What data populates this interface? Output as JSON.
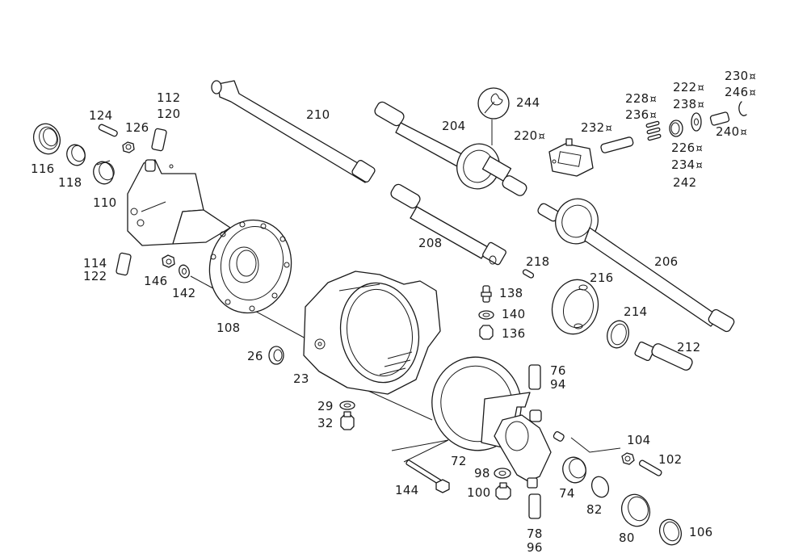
{
  "diagram": {
    "type": "exploded-parts-view",
    "subject": "front axle housing assembly",
    "line_color": "#1a1a1a",
    "background": "#ffffff",
    "marker_glyph": "¤",
    "marker_meaning": "optional/variant marker shown next to some part numbers",
    "callouts": [
      {
        "id": "c116",
        "text": "116",
        "marked": false
      },
      {
        "id": "c118",
        "text": "118",
        "marked": false
      },
      {
        "id": "c110",
        "text": "110",
        "marked": false
      },
      {
        "id": "c124",
        "text": "124",
        "marked": false
      },
      {
        "id": "c126",
        "text": "126",
        "marked": false
      },
      {
        "id": "c112",
        "text": "112",
        "marked": false
      },
      {
        "id": "c120",
        "text": "120",
        "marked": false
      },
      {
        "id": "c114",
        "text": "114",
        "marked": false
      },
      {
        "id": "c122",
        "text": "122",
        "marked": false
      },
      {
        "id": "c146",
        "text": "146",
        "marked": false
      },
      {
        "id": "c142",
        "text": "142",
        "marked": false
      },
      {
        "id": "c108",
        "text": "108",
        "marked": false
      },
      {
        "id": "c26",
        "text": "26",
        "marked": false
      },
      {
        "id": "c23",
        "text": "23",
        "marked": false
      },
      {
        "id": "c29",
        "text": "29",
        "marked": false
      },
      {
        "id": "c32",
        "text": "32",
        "marked": false
      },
      {
        "id": "c210",
        "text": "210",
        "marked": false
      },
      {
        "id": "c204",
        "text": "204",
        "marked": false
      },
      {
        "id": "c244",
        "text": "244",
        "marked": false
      },
      {
        "id": "c208",
        "text": "208",
        "marked": false
      },
      {
        "id": "c220",
        "text": "220",
        "marked": true
      },
      {
        "id": "c232",
        "text": "232",
        "marked": true
      },
      {
        "id": "c228",
        "text": "228",
        "marked": true
      },
      {
        "id": "c236",
        "text": "236",
        "marked": true
      },
      {
        "id": "c222",
        "text": "222",
        "marked": true
      },
      {
        "id": "c238",
        "text": "238",
        "marked": true
      },
      {
        "id": "c230",
        "text": "230",
        "marked": true
      },
      {
        "id": "c246",
        "text": "246",
        "marked": true
      },
      {
        "id": "c240",
        "text": "240",
        "marked": true
      },
      {
        "id": "c226",
        "text": "226",
        "marked": true
      },
      {
        "id": "c234",
        "text": "234",
        "marked": true
      },
      {
        "id": "c242",
        "text": "242",
        "marked": false
      },
      {
        "id": "c206",
        "text": "206",
        "marked": false
      },
      {
        "id": "c218",
        "text": "218",
        "marked": false
      },
      {
        "id": "c216",
        "text": "216",
        "marked": false
      },
      {
        "id": "c138",
        "text": "138",
        "marked": false
      },
      {
        "id": "c140",
        "text": "140",
        "marked": false
      },
      {
        "id": "c136",
        "text": "136",
        "marked": false
      },
      {
        "id": "c214",
        "text": "214",
        "marked": false
      },
      {
        "id": "c212",
        "text": "212",
        "marked": false
      },
      {
        "id": "c76",
        "text": "76",
        "marked": false
      },
      {
        "id": "c94",
        "text": "94",
        "marked": false
      },
      {
        "id": "c72",
        "text": "72",
        "marked": false
      },
      {
        "id": "c144",
        "text": "144",
        "marked": false
      },
      {
        "id": "c98",
        "text": "98",
        "marked": false
      },
      {
        "id": "c100",
        "text": "100",
        "marked": false
      },
      {
        "id": "c78",
        "text": "78",
        "marked": false
      },
      {
        "id": "c96",
        "text": "96",
        "marked": false
      },
      {
        "id": "c74",
        "text": "74",
        "marked": false
      },
      {
        "id": "c82",
        "text": "82",
        "marked": false
      },
      {
        "id": "c80",
        "text": "80",
        "marked": false
      },
      {
        "id": "c104",
        "text": "104",
        "marked": false
      },
      {
        "id": "c102",
        "text": "102",
        "marked": false
      },
      {
        "id": "c106",
        "text": "106",
        "marked": false
      }
    ],
    "special_icons": [
      {
        "name": "wrench-icon",
        "associated_callout": "244"
      }
    ]
  }
}
